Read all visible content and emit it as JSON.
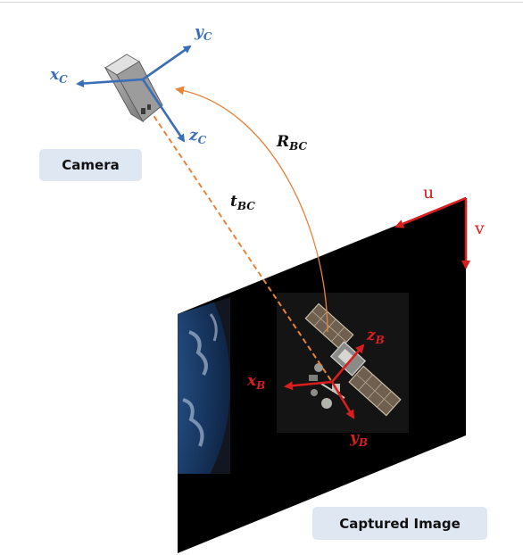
{
  "tags": {
    "camera": "Camera",
    "captured_image": "Captured Image"
  },
  "camera_axes": {
    "x": {
      "main": "x",
      "sub": "C"
    },
    "y": {
      "main": "y",
      "sub": "C"
    },
    "z": {
      "main": "z",
      "sub": "C"
    }
  },
  "body_axes": {
    "x": {
      "main": "x",
      "sub": "B"
    },
    "y": {
      "main": "y",
      "sub": "B"
    },
    "z": {
      "main": "z",
      "sub": "B"
    }
  },
  "transform": {
    "rotation": {
      "main": "R",
      "sub": "BC"
    },
    "translation": {
      "main": "t",
      "sub": "BC"
    }
  },
  "image_axes": {
    "u": "u",
    "v": "v"
  },
  "colors": {
    "camera_axis": "#3a6fb8",
    "body_axis": "#d81e1e",
    "transform": "#e8833a",
    "tag_bg": "#dfe7f3",
    "image_plane": "#000000"
  }
}
